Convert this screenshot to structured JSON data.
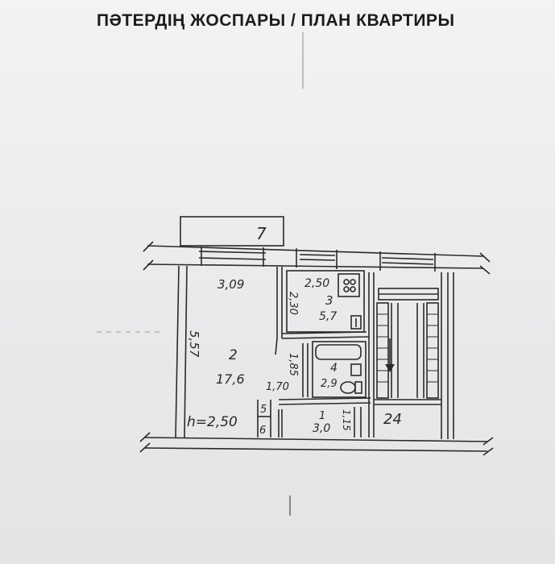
{
  "title": "ПӘТЕРДІҢ ЖОСПАРЫ / ПЛАН КВАРТИРЫ",
  "rooms": {
    "balcony_no": "7",
    "room2_no": "2",
    "room2_area": "17,6",
    "room3_no": "3",
    "room3_area": "5,7",
    "room4_no": "4",
    "room4_area": "2,9",
    "room1_no": "1",
    "room1_area": "3,0",
    "room5_no": "5",
    "room6_no": "6",
    "stair_no": "24"
  },
  "dimensions": {
    "room2_width": "3,09",
    "room2_length": "5,57",
    "kitchen_width": "2,50",
    "kitchen_length": "2,30",
    "bath_length": "1,85",
    "hall_width": "1,70",
    "hall_length": "1,15",
    "ceiling_height": "h=2,50"
  },
  "colors": {
    "ink": "#2a2a2a",
    "paper": "#eceef0"
  }
}
